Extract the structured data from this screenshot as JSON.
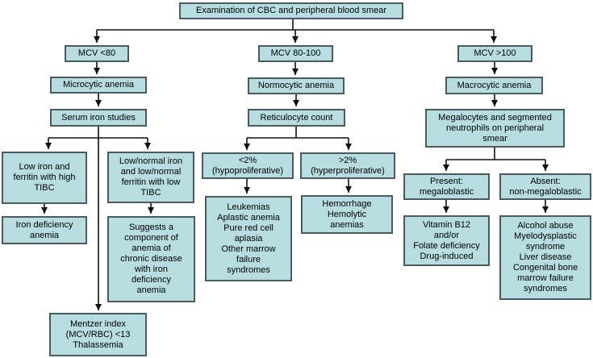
{
  "colors": {
    "background": "#ffffff",
    "box_fill": "#b7dde0",
    "box_border": "#4a5b60",
    "connector": "#111111",
    "text": "#000000"
  },
  "nodes": {
    "root": "Examination of CBC and peripheral blood smear",
    "mcv_lt_80": "MCV <80",
    "microcytic_anemia": "Microcytic anemia",
    "serum_iron_studies": "Serum iron studies",
    "low_iron_high_tibc": "Low iron and\nferritin with high\nTIBC",
    "iron_deficiency_anemia": "Iron deficiency\nanemia",
    "low_normal_iron_low_tibc": "Low/normal iron\nand low/normal\nferritin with low\nTIBC",
    "anemia_of_chronic_disease": "Suggests a\ncomponent of\nanemia of\nchronic disease\nwith iron\ndeficiency\nanemia",
    "mentzer_index": "Mentzer index\n(MCV/RBC) <13\nThalassemia",
    "mcv_80_100": "MCV 80-100",
    "normocytic_anemia": "Normocytic anemia",
    "reticulocyte_count": "Reticulocyte count",
    "hypoproliferative": "<2%\n(hypoproliferative)",
    "hyperproliferative": ">2%\n(hyperproliferative)",
    "hypoproliferative_causes": "Leukemias\nAplastic anemia\nPure red cell\naplasia\nOther marrow\nfailure\nsyndromes",
    "hyperproliferative_causes": "Hemorrhage\nHemolytic\nanemias",
    "mcv_gt_100": "MCV >100",
    "macrocytic_anemia": "Macrocytic anemia",
    "megalocytes_smear": "Megalocytes and segmented\nneutrophils on peripheral\nsmear",
    "present_megaloblastic": "Present:\nmegaloblastic",
    "absent_non_megaloblastic": "Absent:\nnon-megaloblastic",
    "megaloblastic_causes": "Vitamin B12\nand/or\nFolate deficiency\nDrug-induced",
    "non_megaloblastic_causes": "Alcohol abuse\nMyelodysplastic\nsyndrome\nLiver disease\nCongenital bone\nmarrow failure\nsyndromes"
  }
}
